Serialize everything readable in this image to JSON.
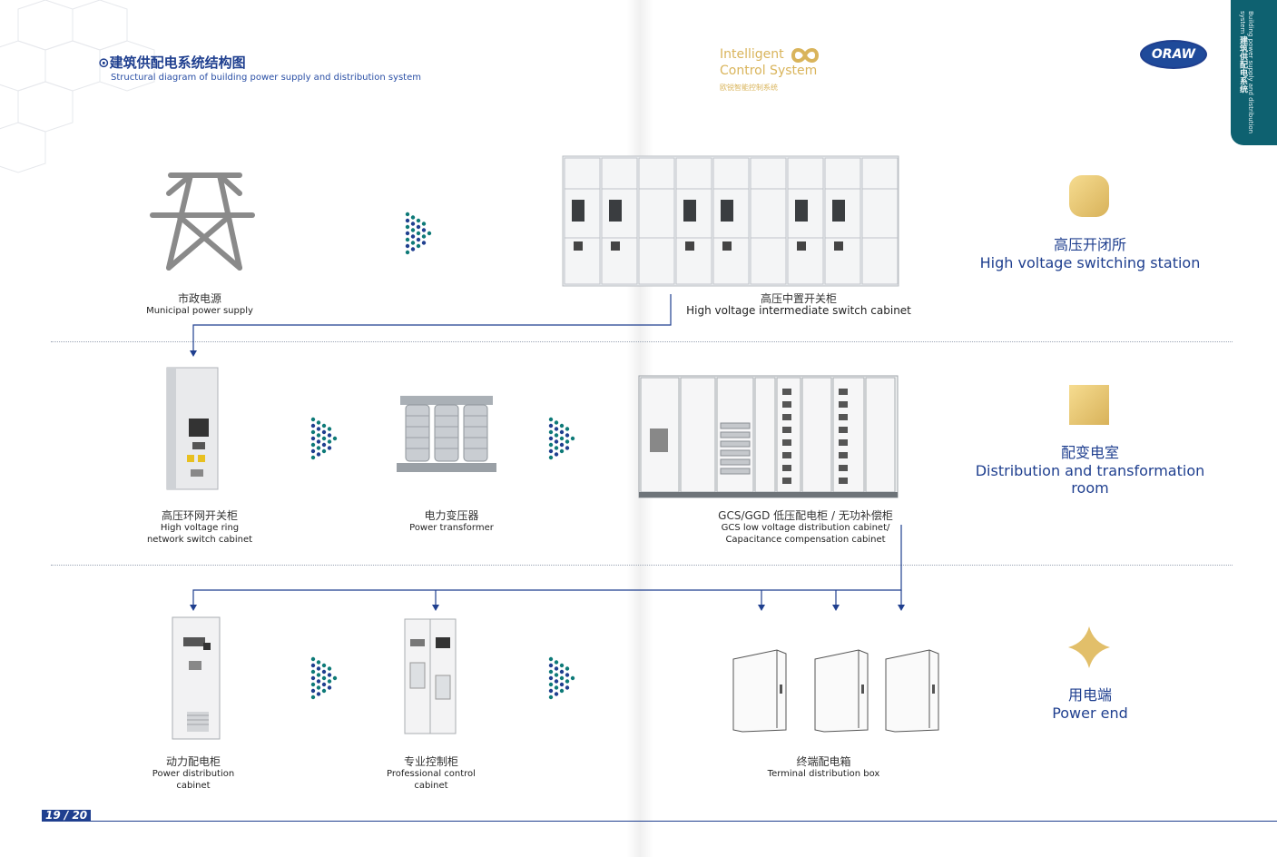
{
  "header": {
    "title_cn": "⊙建筑供配电系统结构图",
    "title_en": "Structural diagram of building power supply and distribution system",
    "brand_line1": "Intelligent",
    "brand_line2": "Control System",
    "brand_cn": "欧锐智能控制系统",
    "logo": "ORAW",
    "tab_en": "Building power supply and distribution system",
    "tab_cn": "建筑供配电系统"
  },
  "sections": [
    {
      "cn": "高压开闭所",
      "en": "High voltage switching station"
    },
    {
      "cn": "配变电室",
      "en": "Distribution and transformation room"
    },
    {
      "cn": "用电端",
      "en": "Power end"
    }
  ],
  "items": {
    "municipal": {
      "cn": "市政电源",
      "en": "Municipal power supply"
    },
    "hv_intermediate": {
      "cn": "高压中置开关柜",
      "en": "High voltage intermediate switch cabinet"
    },
    "hv_ring": {
      "cn": "高压环网开关柜",
      "en1": "High voltage ring",
      "en2": "network switch cabinet"
    },
    "transformer": {
      "cn": "电力变压器",
      "en": "Power transformer"
    },
    "gcs": {
      "cn": "GCS/GGD 低压配电柜 / 无功补偿柜",
      "en1": "GCS low voltage distribution cabinet/",
      "en2": "Capacitance compensation cabinet"
    },
    "power_dist": {
      "cn": "动力配电柜",
      "en1": "Power distribution",
      "en2": "cabinet"
    },
    "prof_control": {
      "cn": "专业控制柜",
      "en1": "Professional control",
      "en2": "cabinet"
    },
    "terminal": {
      "cn": "终端配电箱",
      "en": "Terminal distribution box"
    }
  },
  "footer": {
    "page": "19 / 20"
  },
  "colors": {
    "accent": "#1f3f8f",
    "teal": "#0e6170",
    "gold": "#d8b25a"
  }
}
